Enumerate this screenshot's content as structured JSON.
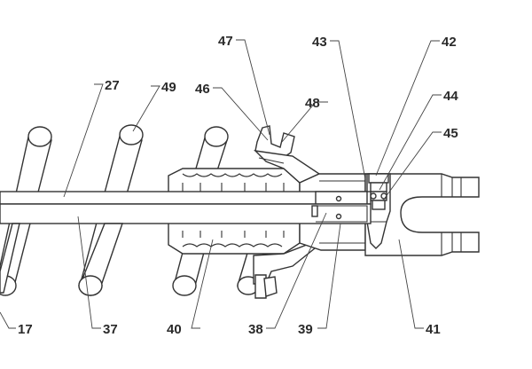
{
  "labels": {
    "l17": "17",
    "l27": "27",
    "l37": "37",
    "l38": "38",
    "l39": "39",
    "l40": "40",
    "l41": "41",
    "l42": "42",
    "l43": "43",
    "l44": "44",
    "l45": "45",
    "l46": "46",
    "l47": "47",
    "l48": "48",
    "l49": "49"
  }
}
